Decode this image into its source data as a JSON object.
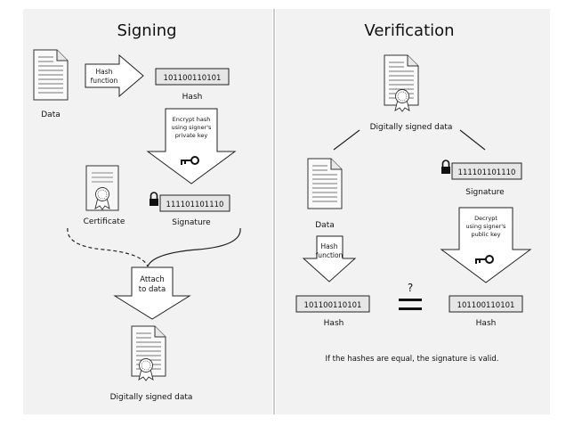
{
  "signing": {
    "title": "Signing",
    "data_label": "Data",
    "hash_fn_line1": "Hash",
    "hash_fn_line2": "function",
    "hash_value": "101100110101",
    "hash_label": "Hash",
    "encrypt_line1": "Encrypt hash",
    "encrypt_line2": "using signer's",
    "encrypt_line3": "private key",
    "certificate_label": "Certificate",
    "signature_value": "111101101110",
    "signature_label": "Signature",
    "attach_line1": "Attach",
    "attach_line2": "to data",
    "signed_label": "Digitally signed data"
  },
  "verification": {
    "title": "Verification",
    "signed_label": "Digitally signed data",
    "data_label": "Data",
    "signature_value": "111101101110",
    "signature_label": "Signature",
    "hash_fn_line1": "Hash",
    "hash_fn_line2": "function",
    "decrypt_line1": "Decrypt",
    "decrypt_line2": "using signer's",
    "decrypt_line3": "public key",
    "question": "?",
    "hash_left_value": "101100110101",
    "hash_left_label": "Hash",
    "hash_right_value": "101100110101",
    "hash_right_label": "Hash",
    "conclusion": "If the hashes are equal, the signature is valid."
  },
  "colors": {
    "panel_bg": "#f2f2f2",
    "box_bg": "#e6e6e6",
    "stroke": "#222222"
  }
}
